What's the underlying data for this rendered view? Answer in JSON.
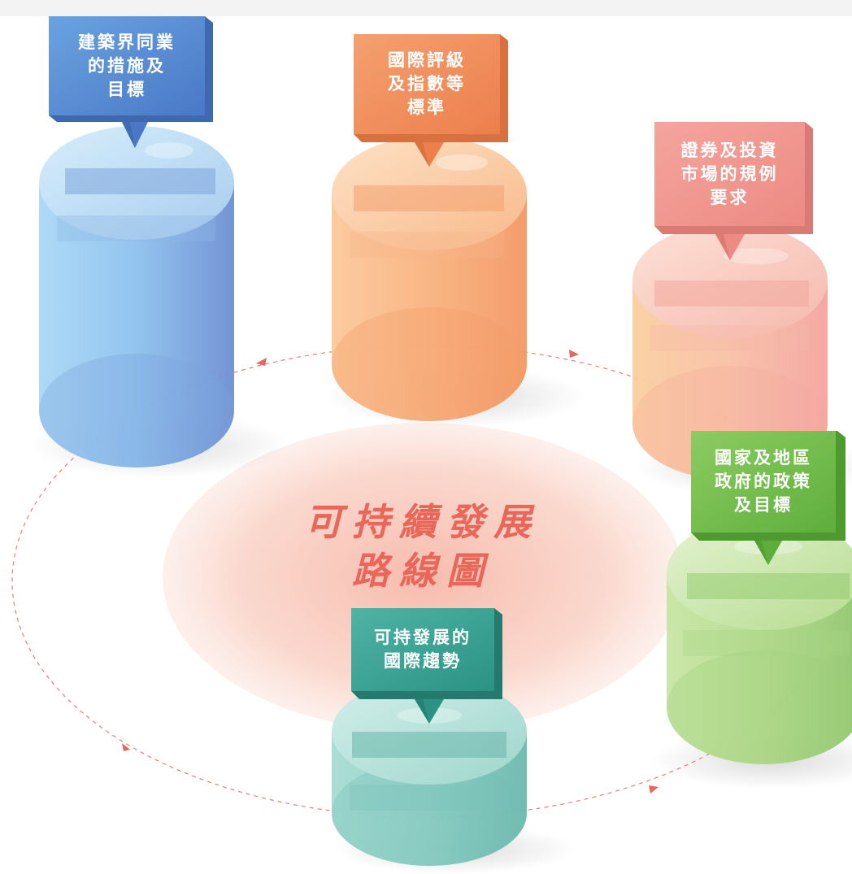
{
  "diagram": {
    "title_lines": [
      "可持續發展",
      "路線圖"
    ],
    "nodes": [
      {
        "id": "peers",
        "label": "建築界同業\n的措施及\n目標",
        "color": "#4f86cf"
      },
      {
        "id": "ratings",
        "label": "國際評級\n及指數等\n標準",
        "color": "#ef8a56"
      },
      {
        "id": "securities",
        "label": "證券及投資\n市場的規例\n要求",
        "color": "#ee8f88"
      },
      {
        "id": "government",
        "label": "國家及地區\n政府的政策\n及目標",
        "color": "#6dbb45"
      },
      {
        "id": "trends",
        "label": "可持發展的\n國際趨勢",
        "color": "#2f9e8f"
      }
    ],
    "colors": {
      "title": "#e8675a",
      "center_disc": "#f8c6b8",
      "ring": "#e8675a",
      "background_band": "#f3f3f4"
    }
  }
}
